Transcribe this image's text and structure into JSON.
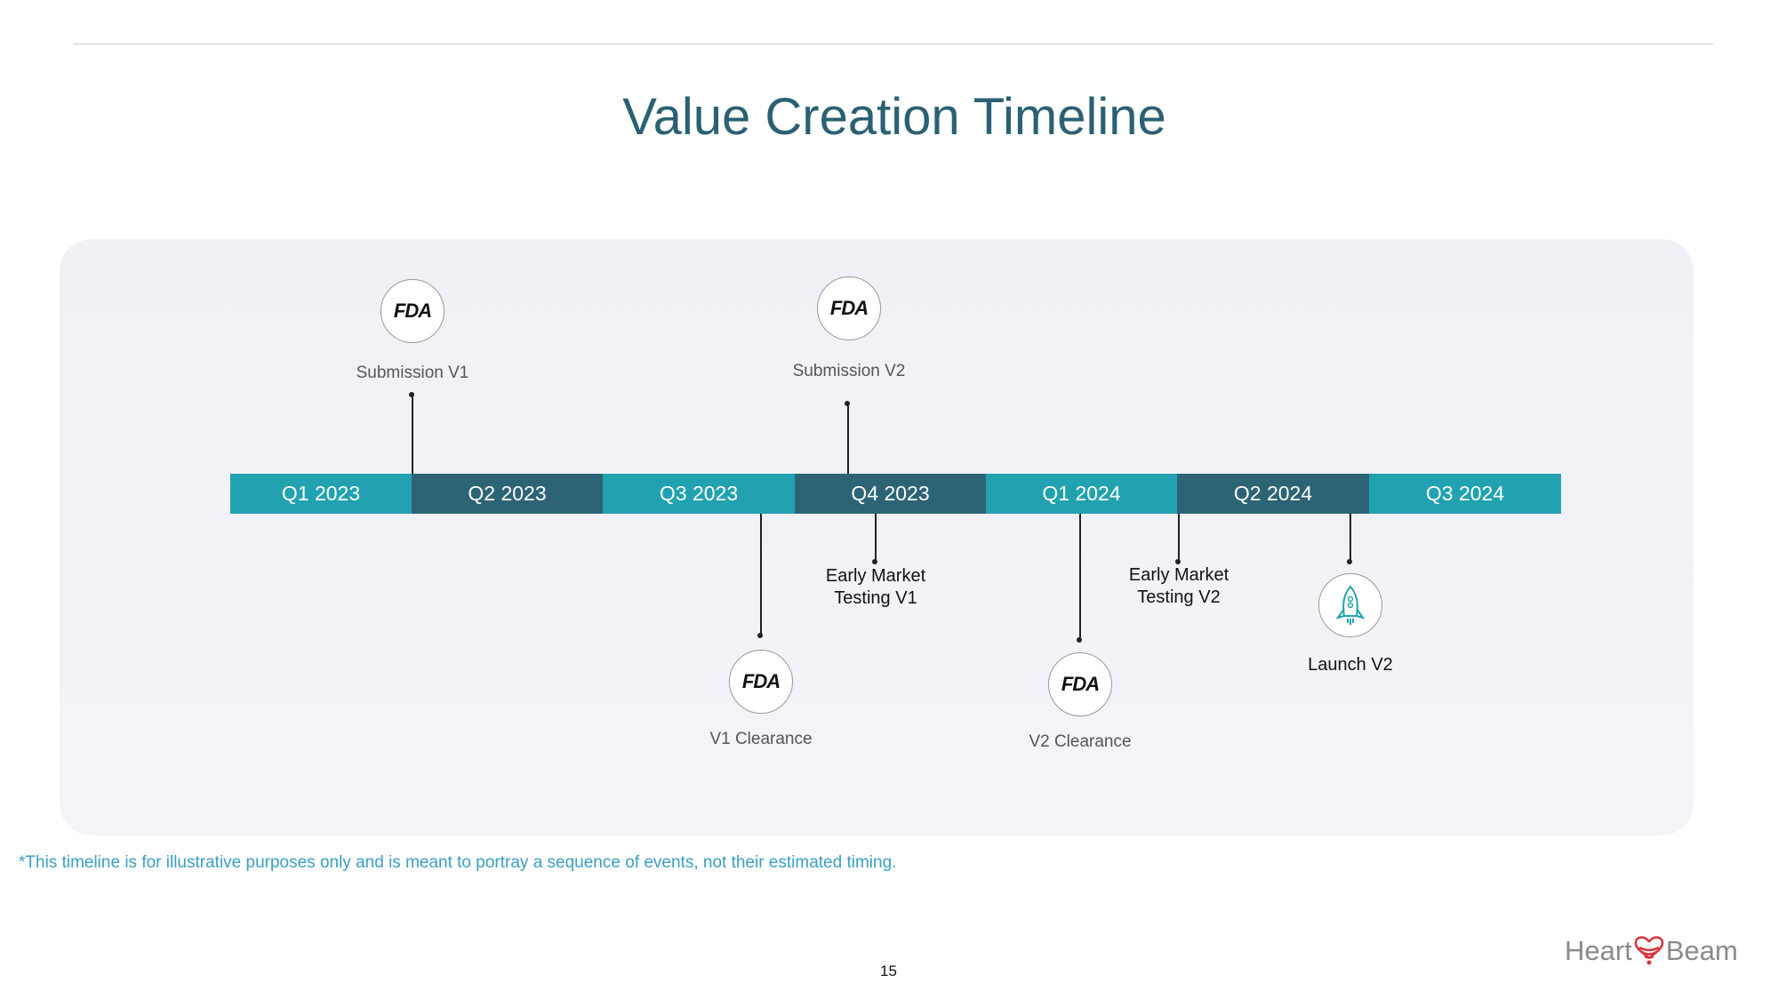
{
  "title": "Value Creation Timeline",
  "quarters": [
    "Q1 2023",
    "Q2 2023",
    "Q3 2023",
    "Q4 2023",
    "Q1 2024",
    "Q2 2024",
    "Q3 2024"
  ],
  "colors": {
    "light": "#22a2b0",
    "dark": "#2d6475",
    "title": "#2a6172",
    "footnote": "#3a9fc4",
    "logo_red": "#d8343a"
  },
  "events": {
    "submission_v1": "Submission V1",
    "submission_v2": "Submission V2",
    "v1_clearance": "V1 Clearance",
    "emt_v1_a": "Early Market",
    "emt_v1_b": "Testing V1",
    "v2_clearance": "V2 Clearance",
    "emt_v2_a": "Early Market",
    "emt_v2_b": "Testing V2",
    "launch_v2": "Launch V2"
  },
  "icons": {
    "fda": "FDA",
    "rocket": "rocket-icon"
  },
  "footnote": "*This timeline is for illustrative purposes only and is meant to portray a sequence of events, not their estimated timing.",
  "page_number": "15",
  "logo": {
    "left": "Heart",
    "right": "Beam"
  }
}
